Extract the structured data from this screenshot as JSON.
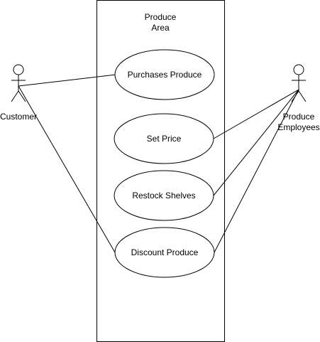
{
  "system": {
    "title_line1": "Produce",
    "title_line2": "Area"
  },
  "actors": {
    "customer": {
      "label": "Customer"
    },
    "employees": {
      "label_line1": "Produce",
      "label_line2": "Employees"
    }
  },
  "use_cases": {
    "purchases": {
      "label": "Purchases Produce"
    },
    "set_price": {
      "label": "Set Price"
    },
    "restock": {
      "label": "Restock Shelves"
    },
    "discount": {
      "label": "Discount Produce"
    }
  },
  "associations": [
    {
      "from": "Customer",
      "to": "Purchases Produce"
    },
    {
      "from": "Customer",
      "to": "Discount Produce"
    },
    {
      "from": "Produce Employees",
      "to": "Set Price"
    },
    {
      "from": "Produce Employees",
      "to": "Restock Shelves"
    },
    {
      "from": "Produce Employees",
      "to": "Discount Produce"
    }
  ]
}
